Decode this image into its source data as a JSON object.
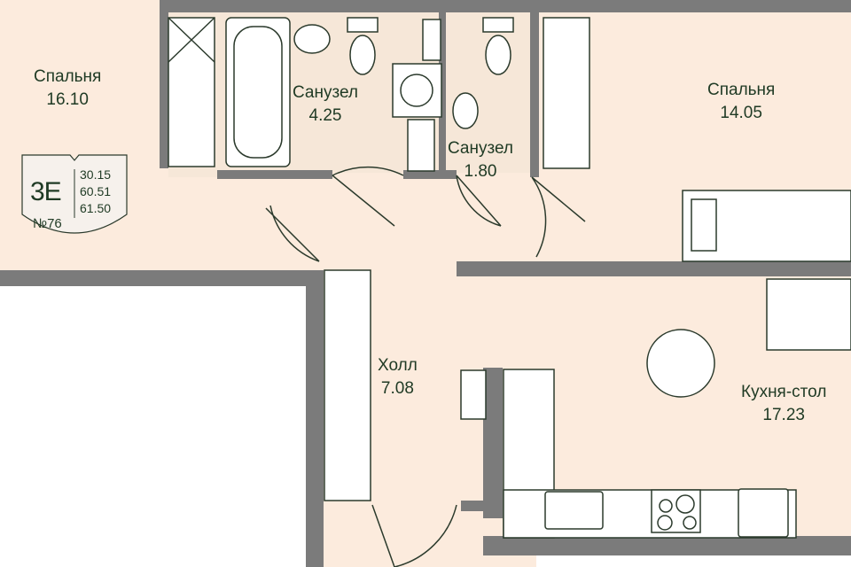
{
  "rooms": [
    {
      "name": "Спальня",
      "area": "16.10"
    },
    {
      "name": "Санузел",
      "area": "4.25"
    },
    {
      "name": "Санузел",
      "area": "1.80"
    },
    {
      "name": "Спальня",
      "area": "14.05"
    },
    {
      "name": "Холл",
      "area": "7.08"
    },
    {
      "name": "Кухня-стол",
      "area": "17.23"
    }
  ],
  "badge": {
    "type": "3E",
    "number": "№76",
    "areas": [
      "30.15",
      "60.51",
      "61.50"
    ]
  },
  "colors": {
    "floor": "#fcebdd",
    "wall": "#7b7b7b",
    "text": "#1f3a24"
  }
}
